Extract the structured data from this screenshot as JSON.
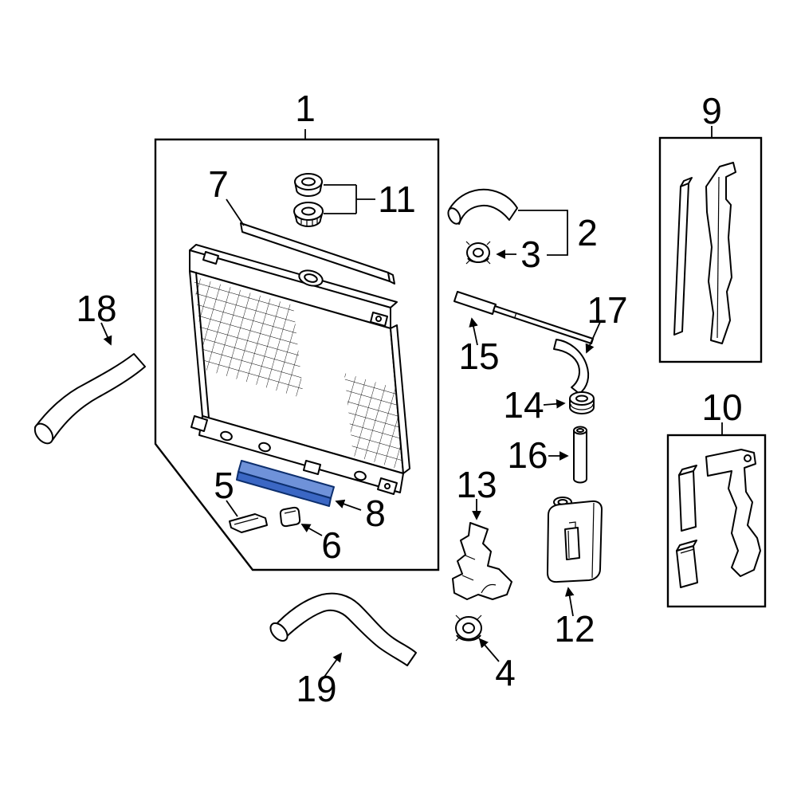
{
  "diagram": {
    "background": "#ffffff",
    "line_color": "#000000",
    "highlight": {
      "top_fill": "#6f92d9",
      "face_fill": "#3b67c4",
      "stroke": "#0d2f6e"
    }
  },
  "labels": {
    "l1": "1",
    "l2": "2",
    "l3": "3",
    "l4": "4",
    "l5": "5",
    "l6": "6",
    "l7": "7",
    "l8": "8",
    "l9": "9",
    "l10": "10",
    "l11": "11",
    "l12": "12",
    "l13": "13",
    "l14": "14",
    "l15": "15",
    "l16": "16",
    "l17": "17",
    "l18": "18",
    "l19": "19"
  }
}
